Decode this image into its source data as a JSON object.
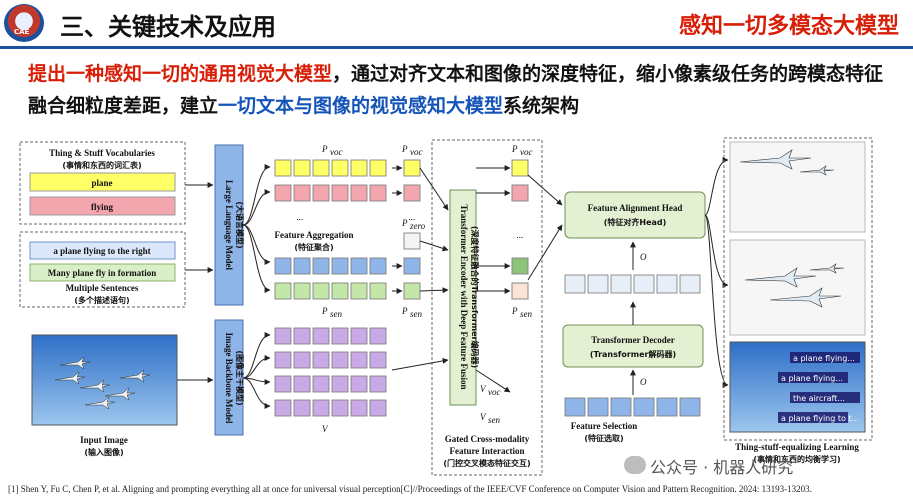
{
  "header": {
    "logo_text": "CAE",
    "section_title": "三、关键技术及应用",
    "topic_title": "感知一切多模态大模型"
  },
  "intro": {
    "part1_red": "提出一种感知一切的通用视觉大模型",
    "part2": "，通过对齐文本和图像的深度特征，缩小像素级任务的跨模态特征融合细粒度差距，建立",
    "part3_blue": "一切文本与图像的视觉感知大模型",
    "part4": "系统架构"
  },
  "diagram": {
    "vocab_title": "Thing & Stuff Vocabularies",
    "vocab_title_cn": "(事情和东西的词汇表)",
    "vocab_items": [
      "plane",
      "flying"
    ],
    "sentences": [
      "a plane flying to the right",
      "Many plane fly in formation"
    ],
    "sentences_title": "Multiple Sentences",
    "sentences_title_cn": "(多个描述语句)",
    "llm": "Large Language Model",
    "llm_cn": "(大语言模型)",
    "backbone": "Image Backbone Model",
    "backbone_cn": "(图像主干模型)",
    "input_image": "Input Image",
    "input_image_cn": "(输入图像)",
    "feature_aggregation": "Feature Aggregation",
    "feature_aggregation_cn": "(特征聚合)",
    "p_voc": "P",
    "p_voc_sub": "voc",
    "p_sen_sub": "sen",
    "p_zero_sub": "zero",
    "v_label": "V",
    "encoder": "Transformer Encoder with Deep Feature Fusion",
    "encoder_cn": "(深度特征融合的Transformer编码器)",
    "gated_title": "Gated Cross-modality",
    "gated_title2": "Feature Interaction",
    "gated_cn": "(门控交叉模态特征交互)",
    "feature_selection": "Feature Selection",
    "feature_selection_cn": "(特征选取)",
    "decoder": "Transformer Decoder",
    "decoder_cn": "(Transformer解码器)",
    "o_label": "O",
    "alignment_head": "Feature Alignment Head",
    "alignment_head_cn": "(特征对齐Head)",
    "ellipsis": "...",
    "output_caption": "Thing-stuff-equalizing Learning",
    "output_caption_cn": "(事情和东西的均衡学习)",
    "output_tags": [
      "a plane flying...",
      "a plane flying...",
      "the aircraft...",
      "a plane flying to t..."
    ]
  },
  "watermark": "公众号 · 机器人研究",
  "reference": "[1] Shen Y, Fu C, Chen P, et al. Aligning and prompting everything all at once for universal visual perception[C]//Proceedings of the IEEE/CVF Conference on Computer Vision and Pattern Recognition. 2024: 13193-13203.",
  "colors": {
    "accent_red": "#d81e06",
    "accent_blue": "#1453b8",
    "yellow": "#ffff66",
    "pink": "#f4a6ae",
    "blue_cell": "#8fb4e8",
    "green_cell": "#c4e6a8",
    "purple_cell": "#c9a9e6",
    "green_box": "#e4f0d2"
  }
}
